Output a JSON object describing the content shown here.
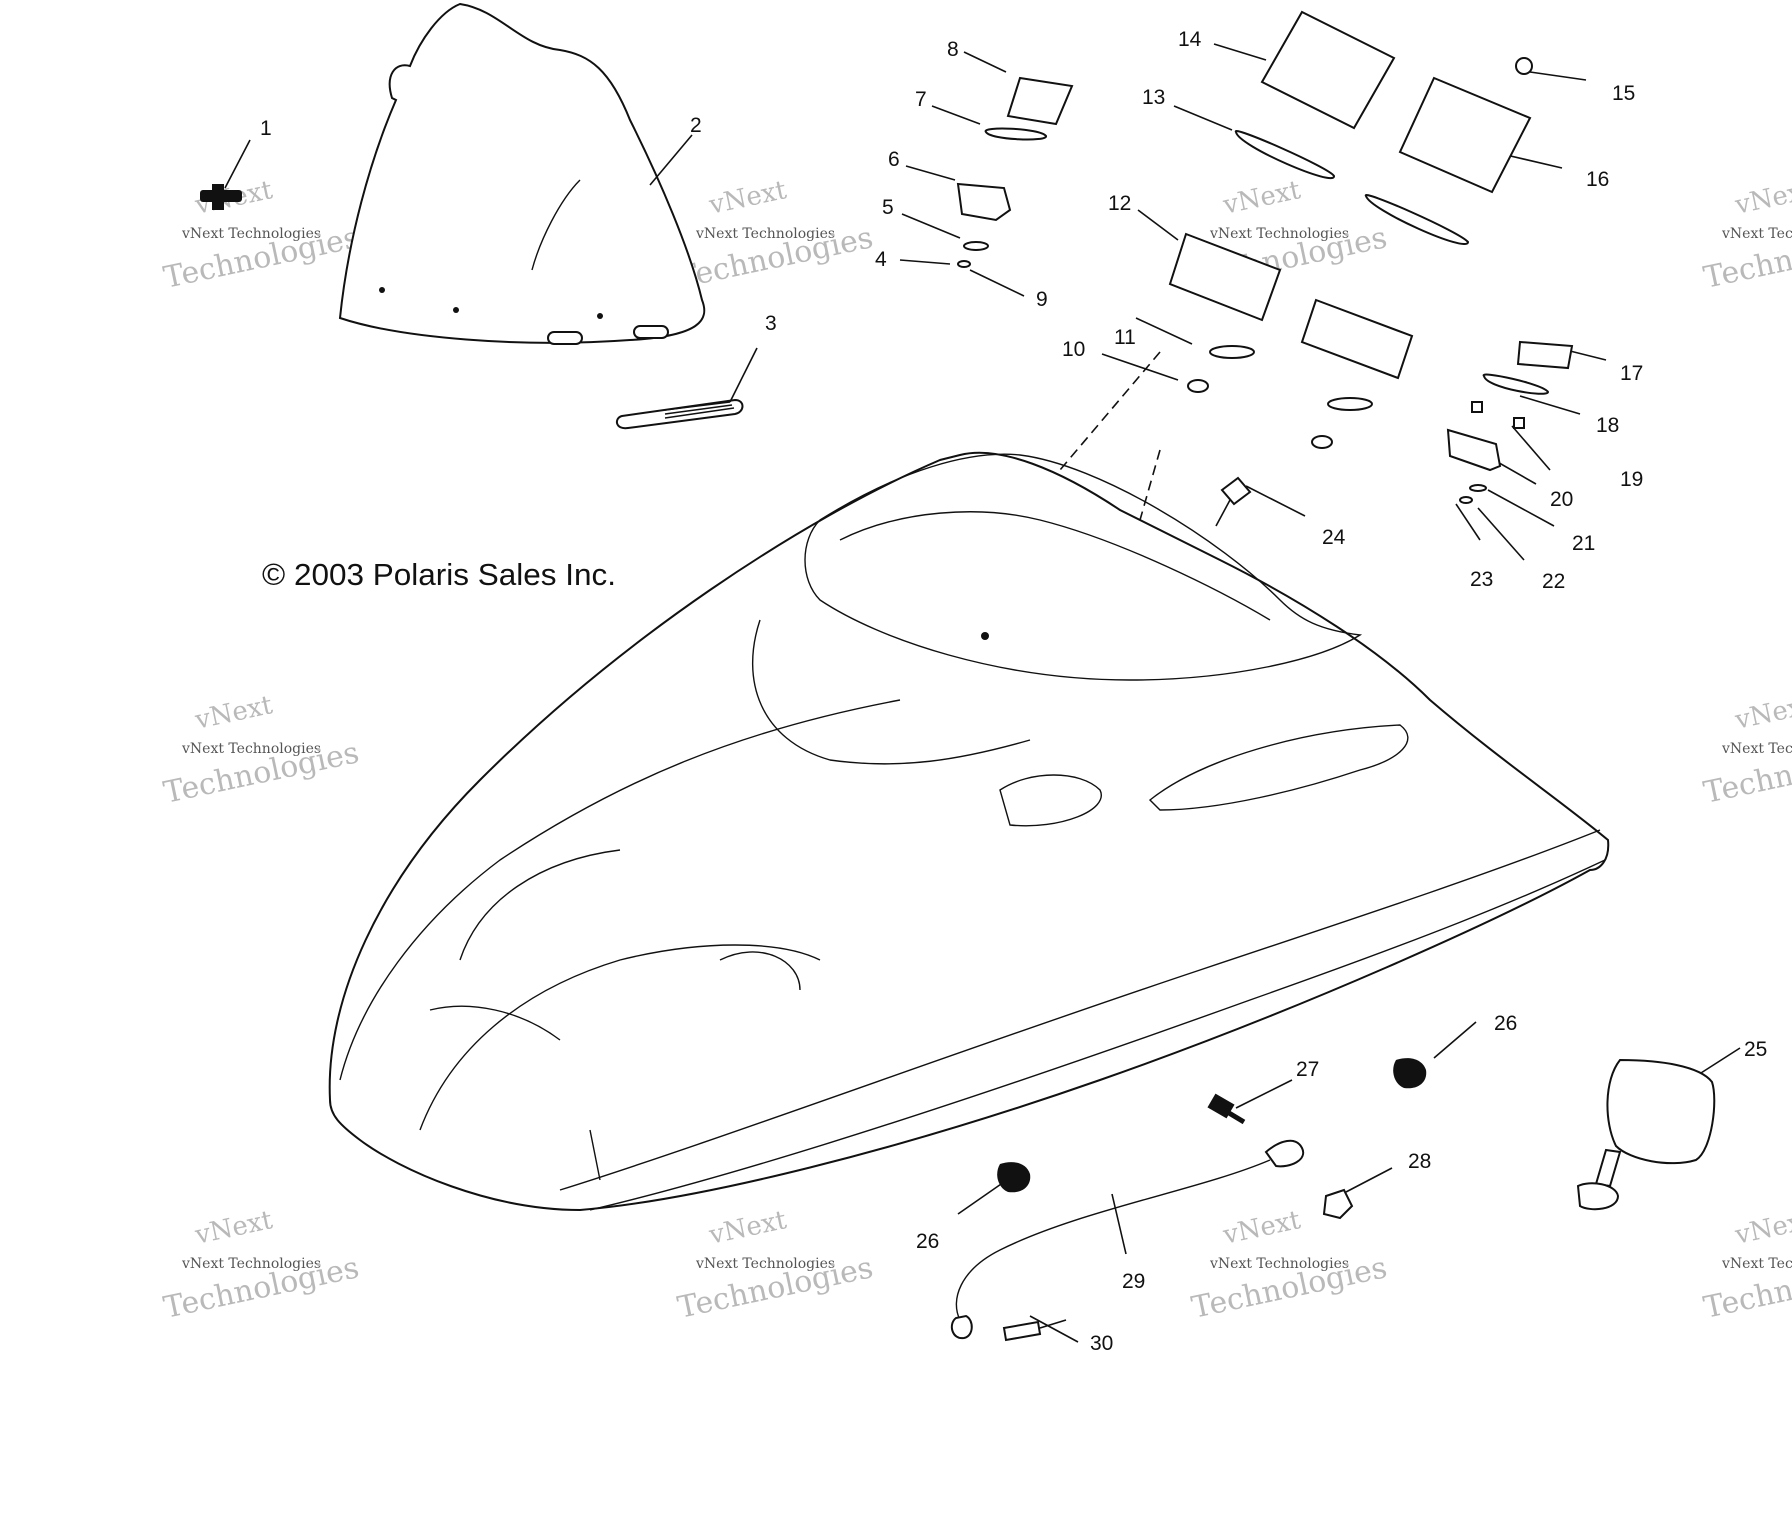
{
  "copyright": "© 2003 Polaris Sales Inc.",
  "watermark": {
    "line1": "vNext",
    "line2": "vNext Technologies",
    "line3": "Technologies"
  },
  "callouts": [
    {
      "id": "1",
      "text": "1"
    },
    {
      "id": "2",
      "text": "2"
    },
    {
      "id": "3",
      "text": "3"
    },
    {
      "id": "4",
      "text": "4"
    },
    {
      "id": "5",
      "text": "5"
    },
    {
      "id": "6",
      "text": "6"
    },
    {
      "id": "7",
      "text": "7"
    },
    {
      "id": "8",
      "text": "8"
    },
    {
      "id": "9",
      "text": "9"
    },
    {
      "id": "10",
      "text": "10"
    },
    {
      "id": "11",
      "text": "11"
    },
    {
      "id": "12",
      "text": "12"
    },
    {
      "id": "13",
      "text": "13"
    },
    {
      "id": "14",
      "text": "14"
    },
    {
      "id": "15",
      "text": "15"
    },
    {
      "id": "16",
      "text": "16"
    },
    {
      "id": "17",
      "text": "17"
    },
    {
      "id": "18",
      "text": "18"
    },
    {
      "id": "19",
      "text": "19"
    },
    {
      "id": "20",
      "text": "20"
    },
    {
      "id": "21",
      "text": "21"
    },
    {
      "id": "22",
      "text": "22"
    },
    {
      "id": "23",
      "text": "23"
    },
    {
      "id": "24",
      "text": "24"
    },
    {
      "id": "25",
      "text": "25"
    },
    {
      "id": "26a",
      "text": "26"
    },
    {
      "id": "26b",
      "text": "26"
    },
    {
      "id": "27",
      "text": "27"
    },
    {
      "id": "28",
      "text": "28"
    },
    {
      "id": "29",
      "text": "29"
    },
    {
      "id": "30",
      "text": "30"
    }
  ]
}
